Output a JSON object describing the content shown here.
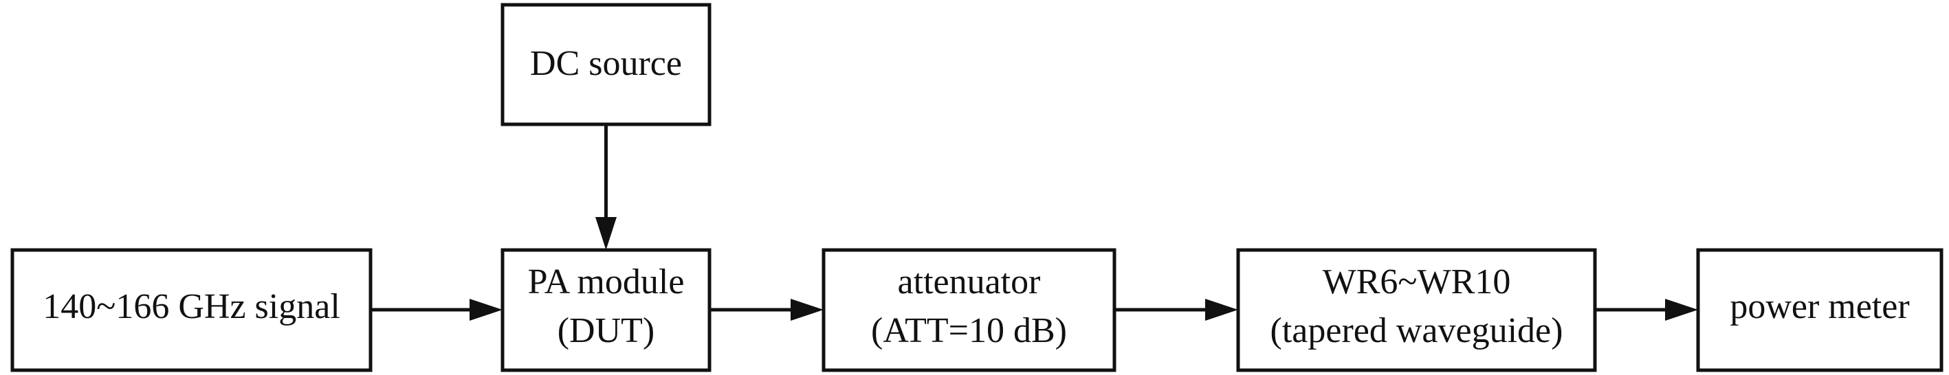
{
  "blocks": {
    "dc_source": {
      "line1": "DC source"
    },
    "signal": {
      "line1": "140~166 GHz signal"
    },
    "pa_module": {
      "line1": "PA module",
      "line2": "(DUT)"
    },
    "attenuator": {
      "line1": "attenuator",
      "line2": "(ATT=10 dB)"
    },
    "waveguide": {
      "line1": "WR6~WR10",
      "line2": "(tapered waveguide)"
    },
    "power_meter": {
      "line1": "power meter"
    }
  },
  "connections": [
    {
      "from": "dc_source",
      "to": "pa_module"
    },
    {
      "from": "signal",
      "to": "pa_module"
    },
    {
      "from": "pa_module",
      "to": "attenuator"
    },
    {
      "from": "attenuator",
      "to": "waveguide"
    },
    {
      "from": "waveguide",
      "to": "power_meter"
    }
  ]
}
